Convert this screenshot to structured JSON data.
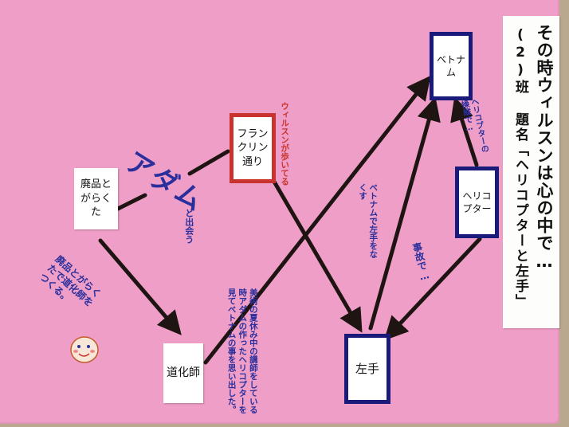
{
  "title": "その時ウィルスンは心の中で…",
  "subtitle": "(2)班 題名「ヘリコプターと左手」",
  "nodes": {
    "vietnam": "ベトナム",
    "franklin": "フランクリン通り",
    "haihin": "廃品とがらくた",
    "helicopter": "ヘリコプター",
    "doukeshi": "道化師",
    "hidarite": "左手"
  },
  "annotations": {
    "adam": "アダム",
    "deau": "と出会う",
    "wilson_walks": "ウィルスンが歩いてる",
    "make_clown": "廃品とがらくたで道化師をつくる。",
    "vietnam_lost": "ベトナムで左手をなくす",
    "jiko": "事故で…",
    "soujuu": "ヘリコプターの操縦で…",
    "memory": "美術の夏休み中の講師をしている時アダムの作ったヘリコプターを見てベトナムの事を思い出した。"
  },
  "colors": {
    "paper": "#ef9fc7",
    "blue_border": "#1a1a7a",
    "red_border": "#c8332d",
    "ink_blue": "#2b2f9c",
    "arrow": "#1e1412"
  }
}
